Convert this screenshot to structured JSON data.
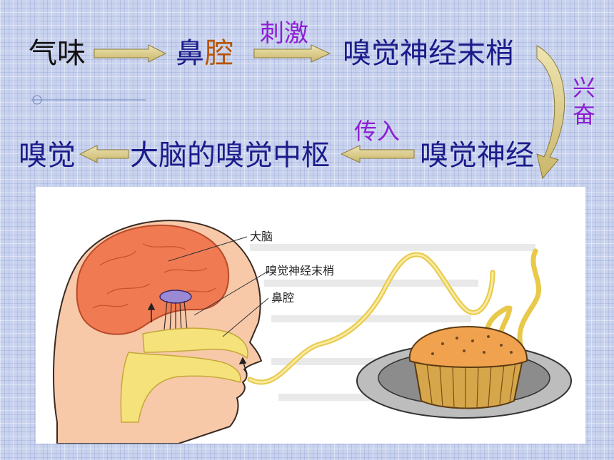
{
  "flow": {
    "smell": "气味",
    "nose": "鼻",
    "cavity": "腔",
    "stimulate": "刺激",
    "nerve_endings": "嗅觉神经末梢",
    "excite_1": "兴",
    "excite_2": "奋",
    "olfactory_nerve": "嗅觉神经",
    "transmit": "传入",
    "brain_center": "大脑的嗅觉中枢",
    "olfaction": "嗅觉"
  },
  "illustration": {
    "labels": {
      "brain": "大脑",
      "nerve_endings": "嗅觉神经末梢",
      "nasal_cavity": "鼻腔"
    }
  },
  "colors": {
    "arrow_fill": "#d9c98a",
    "brain": "#f07a52",
    "yellow": "#f5e27a",
    "purple_text": "#8d1ed4",
    "orange_text": "#b85400"
  }
}
